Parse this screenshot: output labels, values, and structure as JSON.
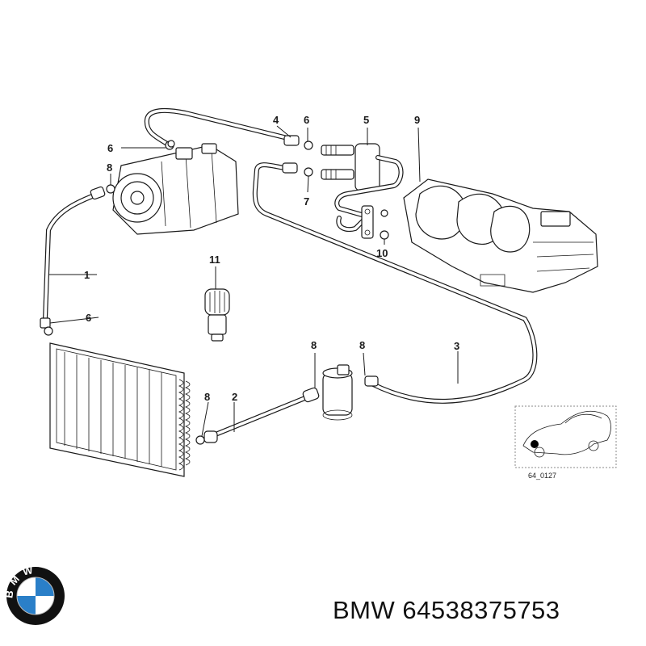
{
  "diagram": {
    "callouts": {
      "c1": "1",
      "c2": "2",
      "c3": "3",
      "c4": "4",
      "c5": "5",
      "c6a": "6",
      "c6b": "6",
      "c6c": "6",
      "c7": "7",
      "c8a": "8",
      "c8b": "8",
      "c8c": "8",
      "c8d": "8",
      "c9": "9",
      "c10": "10",
      "c11": "11"
    },
    "inset_reference": "64_0127"
  },
  "logo": {
    "brand_letters": "BMW",
    "colors": {
      "blue": "#2a7fc8",
      "ring": "#111111",
      "white": "#ffffff"
    }
  },
  "footer": {
    "brand": "BMW",
    "part_number": "64538375753"
  }
}
